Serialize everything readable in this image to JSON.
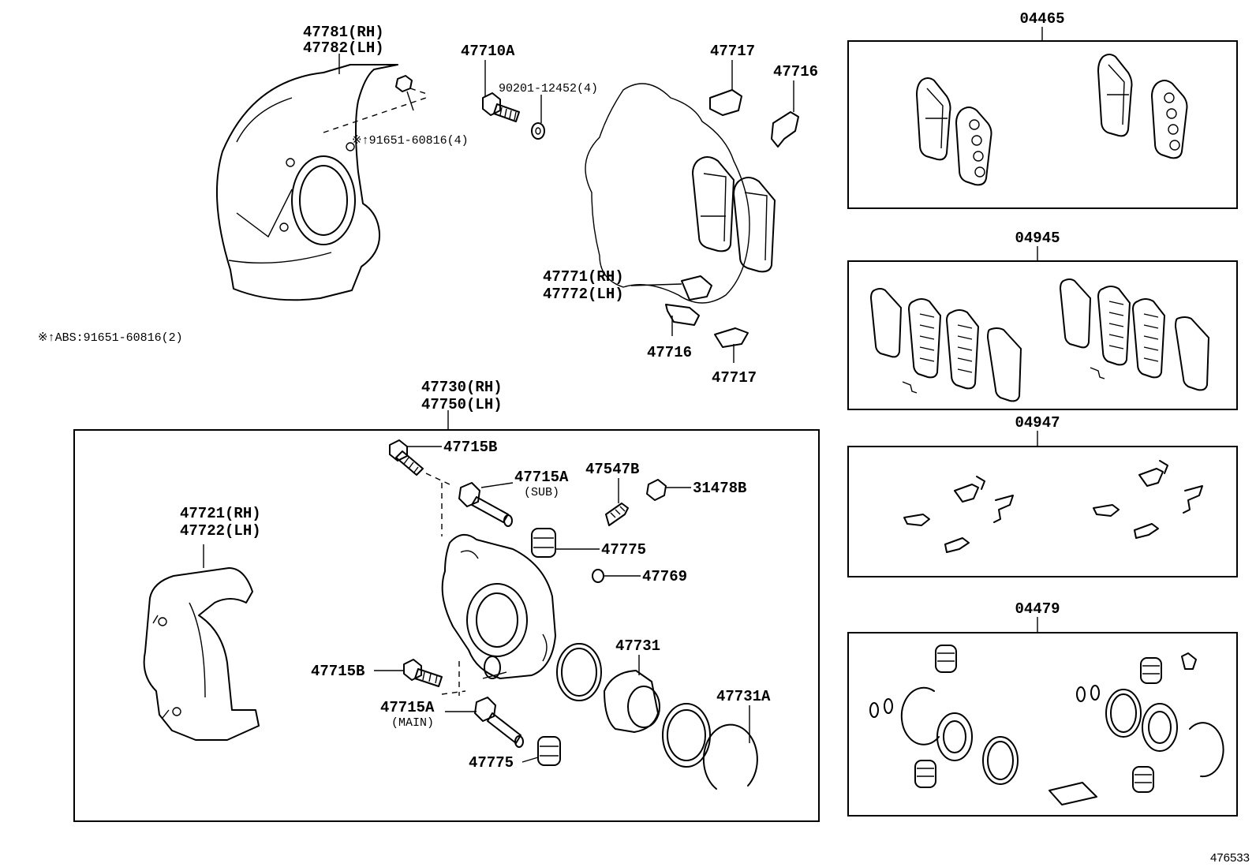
{
  "kit_boxes": [
    {
      "code": "04465"
    },
    {
      "code": "04945"
    },
    {
      "code": "04947"
    },
    {
      "code": "04479"
    }
  ],
  "labels": {
    "shield_rh": "47781(RH)",
    "shield_lh": "47782(LH)",
    "bolt_shield": "※↑91651-60816(4)",
    "abs_note": "※↑ABS:91651-60816(2)",
    "bolt_47710a": "47710A",
    "washer": "90201-12452(4)",
    "clip_47717_top": "47717",
    "clip_47716_top": "47716",
    "shim_rh": "47771(RH)",
    "shim_lh": "47772(LH)",
    "clip_47716_bottom": "47716",
    "clip_47717_bottom": "47717",
    "caliper_rh": "47730(RH)",
    "caliper_lh": "47750(LH)",
    "bolt_47715b_top": "47715B",
    "pin_47715a_sub": "47715A",
    "sub": "(SUB)",
    "bleeder": "47547B",
    "cap": "31478B",
    "boot_47775_top": "47775",
    "cap_47769": "47769",
    "mount_rh": "47721(RH)",
    "mount_lh": "47722(LH)",
    "seal_47731": "47731",
    "bolt_47715b_bottom": "47715B",
    "pin_47715a_main": "47715A",
    "main": "(MAIN)",
    "ring_47731a": "47731A",
    "boot_47775_bottom": "47775",
    "illustration_id": "476533"
  }
}
